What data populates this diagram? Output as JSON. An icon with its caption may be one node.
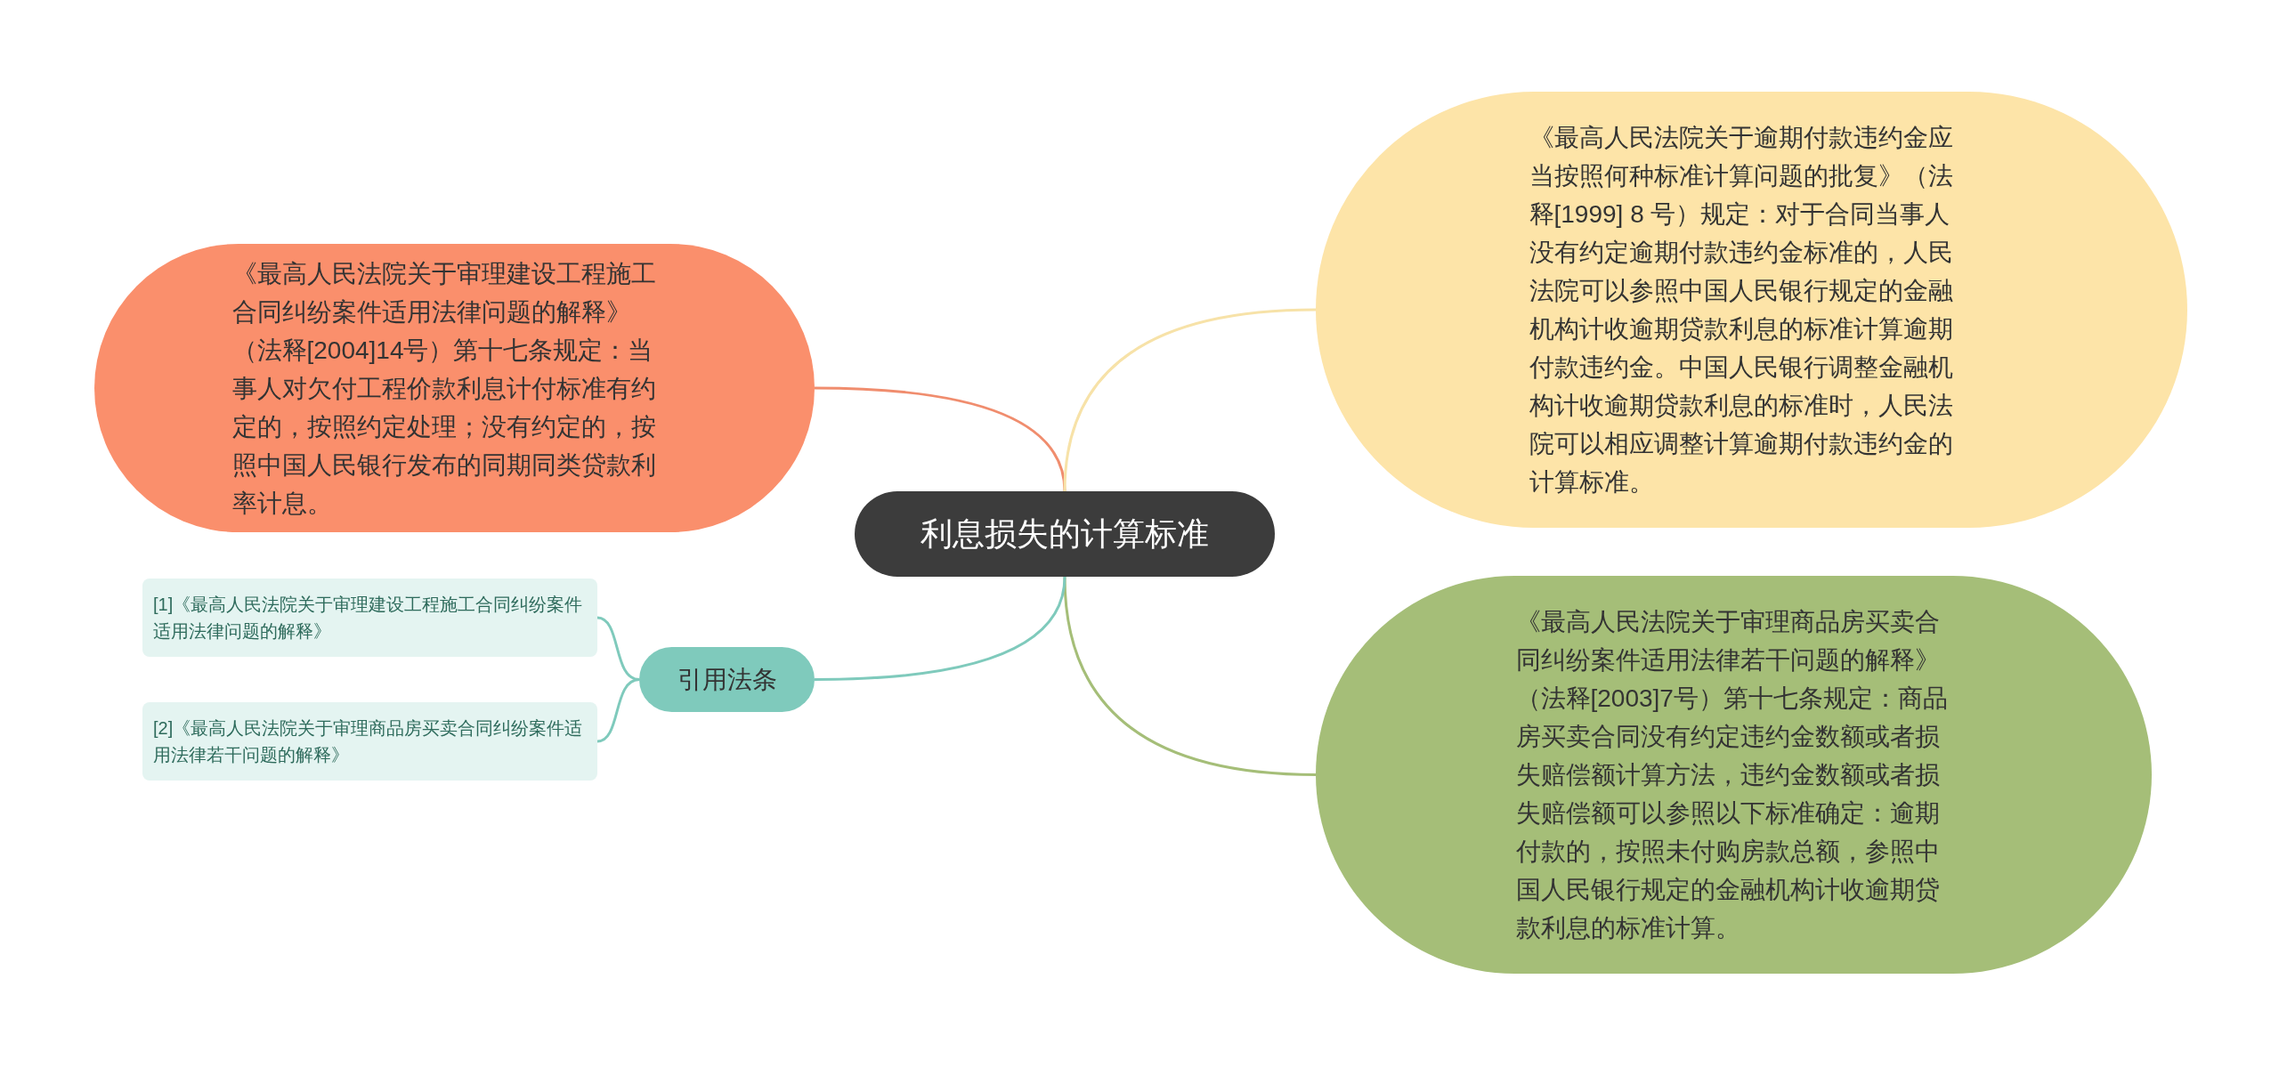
{
  "diagram": {
    "nodes": [
      {
        "text": [
          "利息损失的计算标准"
        ]
      },
      {
        "text": [
          "《最高人民法院关于审理建设工程施工合同纠纷案件适用法律问题的解释》（法释[2004]14号）第十七条规定：当事人对欠付工程价款利息计付标准有约定的，按照约定处理；没有约定的，按照中国人民银行发布的同期同类贷款利率计息。"
        ]
      },
      {
        "text": [
          "《最高人民法院关于逾期付款违约金应当按照何种标准计算问题的批复》（法释[1999] 8 号）规定：对于合同当事人没有约定逾期付款违约金标准的，人民法院可以参照中国人民银行规定的金融机构计收逾期贷款利息的标准计算逾期付款违约金。中国人民银行调整金融机构计收逾期贷款利息的标准时，人民法院可以相应调整计算逾期付款违约金的计算标准。"
        ]
      },
      {
        "text": [
          "引用法条"
        ]
      },
      {
        "text": [
          "《最高人民法院关于审理商品房买卖合同纠纷案件适用法律若干问题的解释》（法释[2003]7号）第十七条规定：商品房买卖合同没有约定违约金数额或者损失赔偿额计算方法，违约金数额或者损失赔偿额可以参照以下标准确定：逾期付款的，按照未付购房款总额，参照中国人民银行规定的金融机构计收逾期贷款利息的标准计算。"
        ]
      },
      {
        "text": [
          "[1]《最高人民法院关于审理建设工程施工合同纠纷案件适用法律问题的解释》"
        ]
      },
      {
        "text": [
          "[2]《最高人民法院关于审理商品房买卖合同纠纷案件适用法律若干问题的解释》"
        ]
      }
    ],
    "edges": [
      {
        "from": 0,
        "to": 1,
        "arrow": "none",
        "color": "#f08d6e"
      },
      {
        "from": 0,
        "to": 2,
        "arrow": "none",
        "color": "#f7e2a8"
      },
      {
        "from": 0,
        "to": 4,
        "arrow": "none",
        "color": "#a5be78"
      },
      {
        "from": 0,
        "to": 3,
        "arrow": "none",
        "color": "#7fcabc"
      },
      {
        "from": 3,
        "to": 5,
        "arrow": "none",
        "color": "#7fcabc"
      },
      {
        "from": 3,
        "to": 6,
        "arrow": "none",
        "color": "#7fcabc"
      }
    ]
  }
}
